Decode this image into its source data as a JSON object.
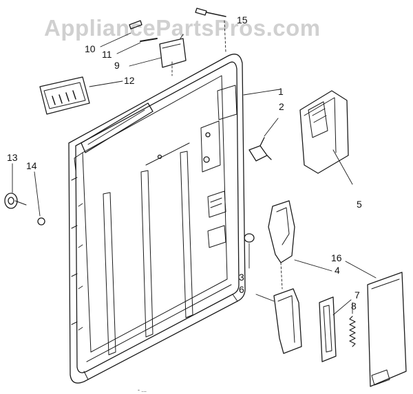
{
  "watermark": "AppliancePartsPros.com",
  "callouts": {
    "c1": "1",
    "c2": "2",
    "c3": "3",
    "c4": "4",
    "c5": "5",
    "c6": "6",
    "c7": "7",
    "c8": "8",
    "c9": "9",
    "c10": "10",
    "c11": "11",
    "c12": "12",
    "c13": "13",
    "c14": "14",
    "c15": "15",
    "c16": "16"
  },
  "footer_mark": "- ..."
}
